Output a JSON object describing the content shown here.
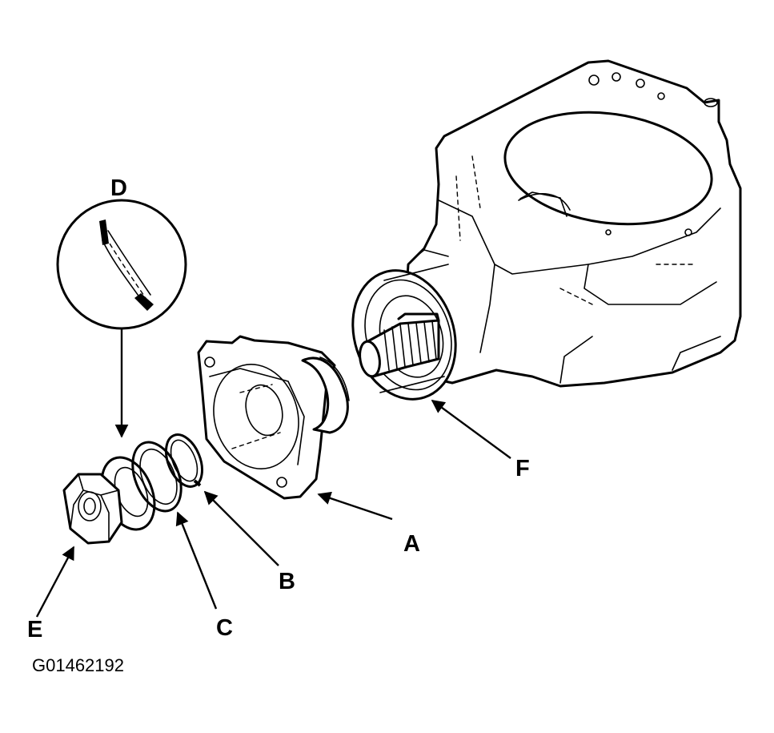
{
  "labels": {
    "A": "A",
    "B": "B",
    "C": "C",
    "D": "D",
    "E": "E",
    "F": "F"
  },
  "figure_code": "G01462192"
}
